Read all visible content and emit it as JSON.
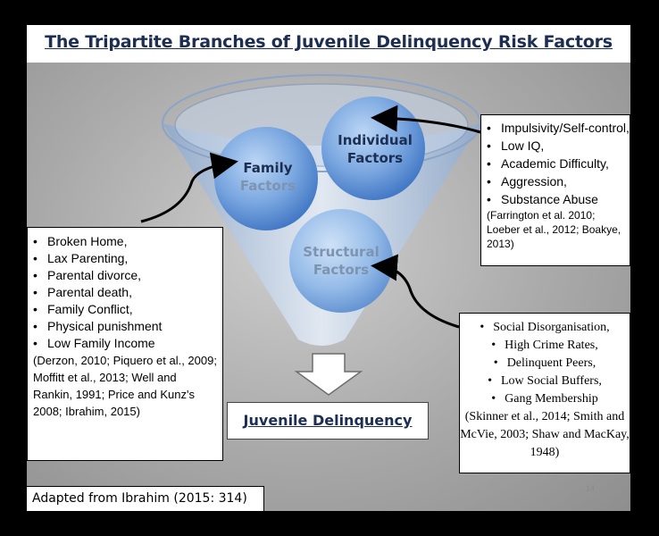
{
  "title": "The Tripartite Branches of Juvenile Delinquency Risk Factors",
  "circles": {
    "individual": [
      "Individual",
      "Factors"
    ],
    "family": [
      "Family",
      "Factors"
    ],
    "structural": [
      "Structural",
      "Factors"
    ]
  },
  "individual_box": {
    "items": [
      "Impulsivity/Self-control,",
      "Low IQ,",
      "Academic Difficulty,",
      "Aggression,",
      "Substance Abuse"
    ],
    "citation": "(Farrington et al. 2010; Loeber et al., 2012; Boakye, 2013)"
  },
  "family_box": {
    "items": [
      "Broken Home,",
      "Lax Parenting,",
      "Parental divorce,",
      "Parental death,",
      "Family Conflict,",
      "Physical punishment",
      "Low Family Income"
    ],
    "citation": "(Derzon, 2010; Piquero et al., 2009; Moffitt et al., 2013; Well and Rankin, 1991; Price and Kunz's 2008; Ibrahim, 2015)"
  },
  "structural_box": {
    "items": [
      "Social Disorganisation,",
      "High Crime Rates,",
      "Delinquent Peers,",
      "Low Social Buffers,",
      "Gang Membership"
    ],
    "citation": "(Skinner et al., 2014; Smith and McVie, 2003; Shaw and MacKay, 1948)"
  },
  "outcome": "Juvenile Delinquency",
  "footer": "Adapted from Ibrahim (2015: 314)",
  "page_number": "14",
  "colors": {
    "title": "#1c2f52",
    "circle_fill": "#5b8fd6",
    "circle_text_dark": "#1c2f52",
    "circle_text_light": "#7e93b0"
  }
}
